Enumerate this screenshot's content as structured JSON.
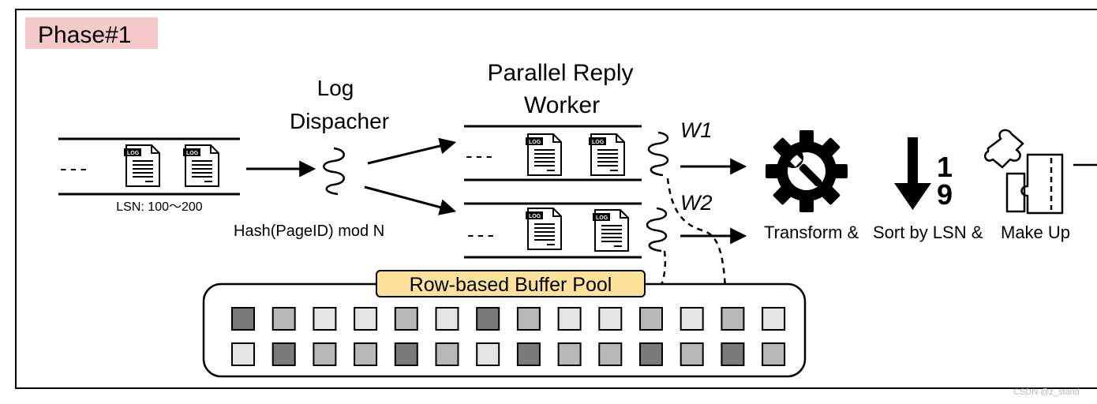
{
  "phase_label": "Phase#1",
  "log_stream": {
    "ellipsis": "---",
    "lsn_label": "LSN: 100～200",
    "doc_tag": "LOG"
  },
  "dispatcher": {
    "title_line1": "Log",
    "title_line2": "Dispacher",
    "hash_label": "Hash(PageID) mod N"
  },
  "workers": {
    "title_line1": "Parallel Reply",
    "title_line2": "Worker",
    "w1_label": "W1",
    "w2_label": "W2",
    "ellipsis": "---"
  },
  "steps": {
    "transform_label": "Transform &",
    "sort_label": "Sort by LSN &",
    "makeup_label": "Make Up",
    "sort_top_digit": "1",
    "sort_bottom_digit": "9"
  },
  "buffer_pool": {
    "title": "Row-based Buffer Pool",
    "row1_shades": [
      "dark",
      "mid",
      "light",
      "light",
      "mid",
      "light",
      "dark",
      "mid",
      "light",
      "light",
      "mid",
      "light",
      "mid",
      "light"
    ],
    "row2_shades": [
      "light",
      "dark",
      "mid",
      "mid",
      "dark",
      "mid",
      "light",
      "dark",
      "mid",
      "mid",
      "dark",
      "mid",
      "dark",
      "mid"
    ]
  },
  "colors": {
    "phase_bg": "#f5c9c9",
    "pool_title_bg": "#fde39a",
    "cell_dark": "#7a7a7a",
    "cell_mid": "#b8b8b8",
    "cell_light": "#e4e4e4"
  },
  "watermark": "CSDN @z_stand"
}
